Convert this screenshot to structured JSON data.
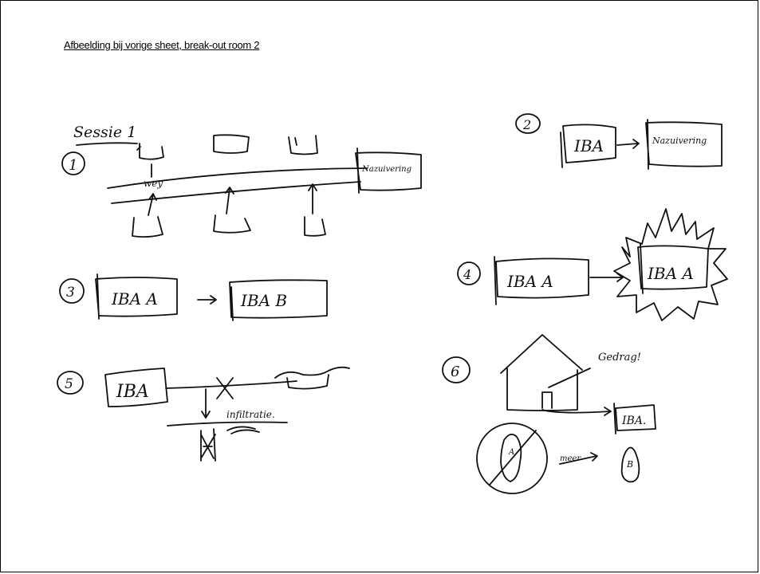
{
  "title": "Afbeelding bij vorige sheet, break-out room 2",
  "session_label": "Sessie 1",
  "scenes": [
    {
      "number": "1",
      "labels": [
        "wey",
        "Nazuivering"
      ]
    },
    {
      "number": "2",
      "labels": [
        "IBA",
        "Nazuivering"
      ]
    },
    {
      "number": "3",
      "labels": [
        "IBA A",
        "IBA B"
      ]
    },
    {
      "number": "4",
      "labels": [
        "IBA A",
        "IBA A"
      ]
    },
    {
      "number": "5",
      "labels": [
        "IBA",
        "infiltratie."
      ]
    },
    {
      "number": "6",
      "labels": [
        "Gedrag!",
        "IBA.",
        "A",
        "meer",
        "B"
      ]
    }
  ]
}
